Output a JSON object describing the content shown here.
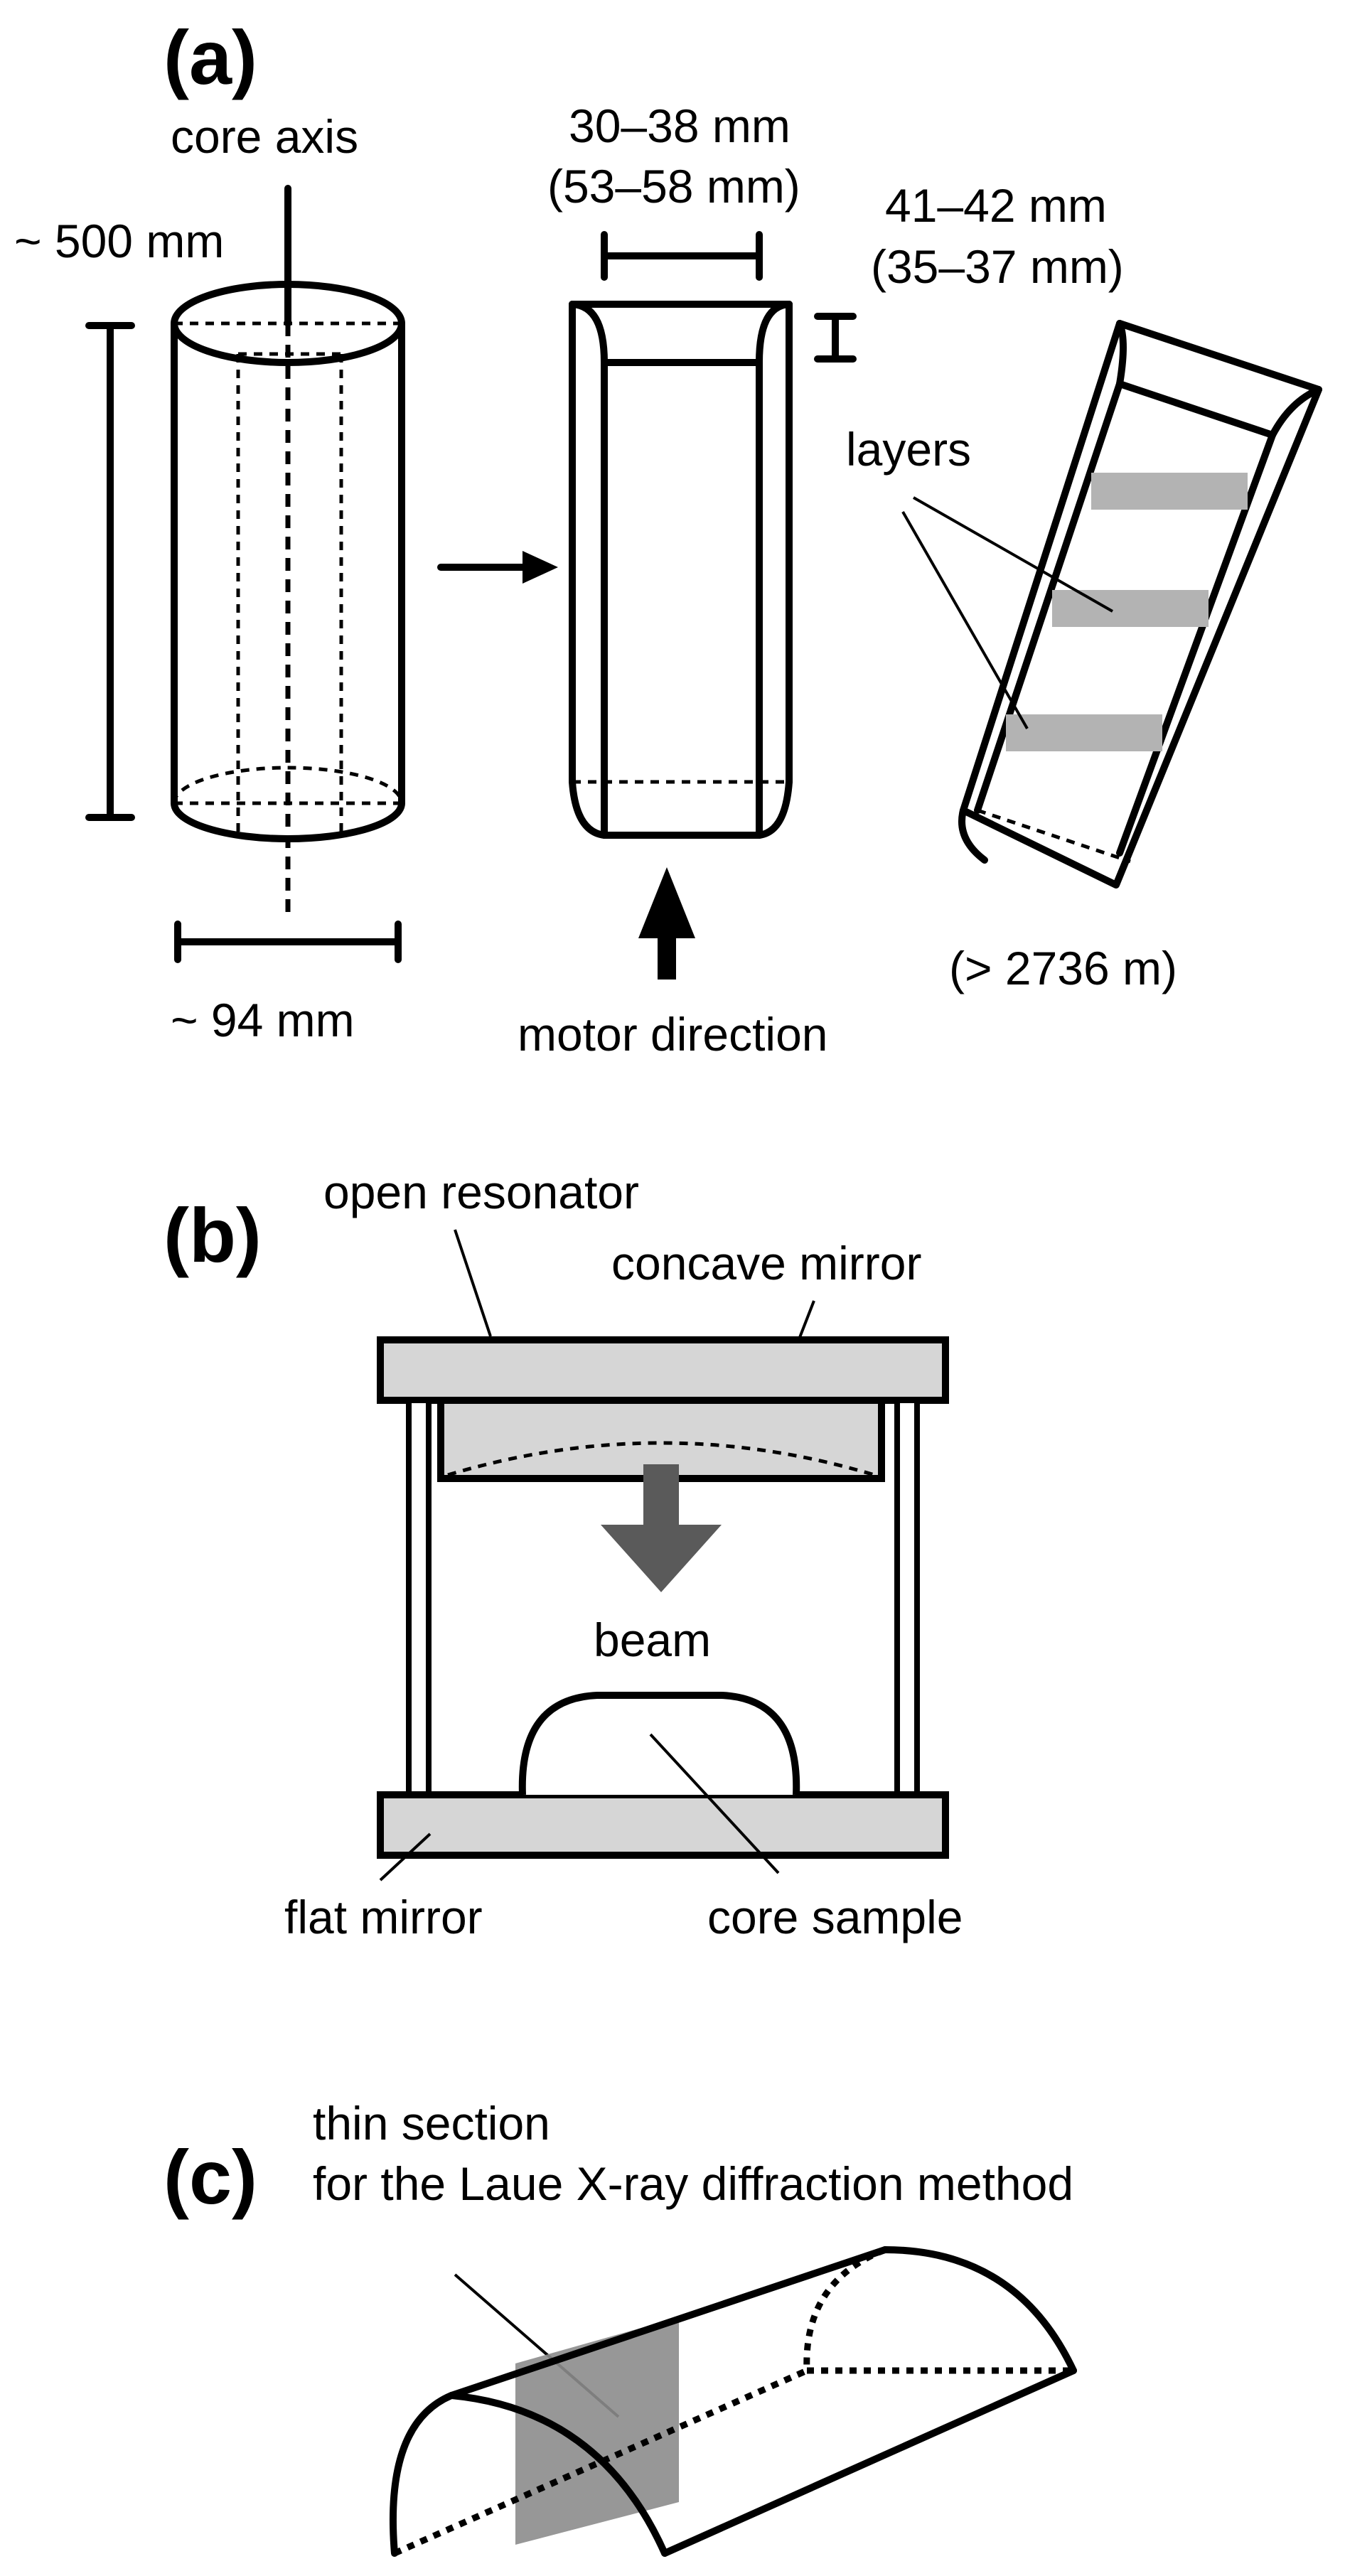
{
  "panels": {
    "a": {
      "label": "(a)",
      "core_axis": "core axis",
      "length": "~ 500 mm",
      "diameter": "~ 94 mm",
      "width_line1": "30–38 mm",
      "width_line2": "(53–58 mm)",
      "thick_line1": "41–42 mm",
      "thick_line2": "(35–37 mm)",
      "layers": "layers",
      "depth": "(> 2736 m)",
      "motor": "motor direction"
    },
    "b": {
      "label": "(b)",
      "open_resonator": "open resonator",
      "concave_mirror": "concave mirror",
      "beam": "beam",
      "flat_mirror": "flat mirror",
      "core_sample": "core sample"
    },
    "c": {
      "label": "(c)",
      "thin_section_line1": "thin section",
      "thin_section_line2": "for the Laue X-ray diffraction method"
    }
  },
  "colors": {
    "stroke": "#000000",
    "layer_gray": "#b3b3b3",
    "mirror_fill": "#d6d6d6",
    "beam_arrow": "#5a5a5a",
    "section_gray": "#8c8c8c"
  }
}
